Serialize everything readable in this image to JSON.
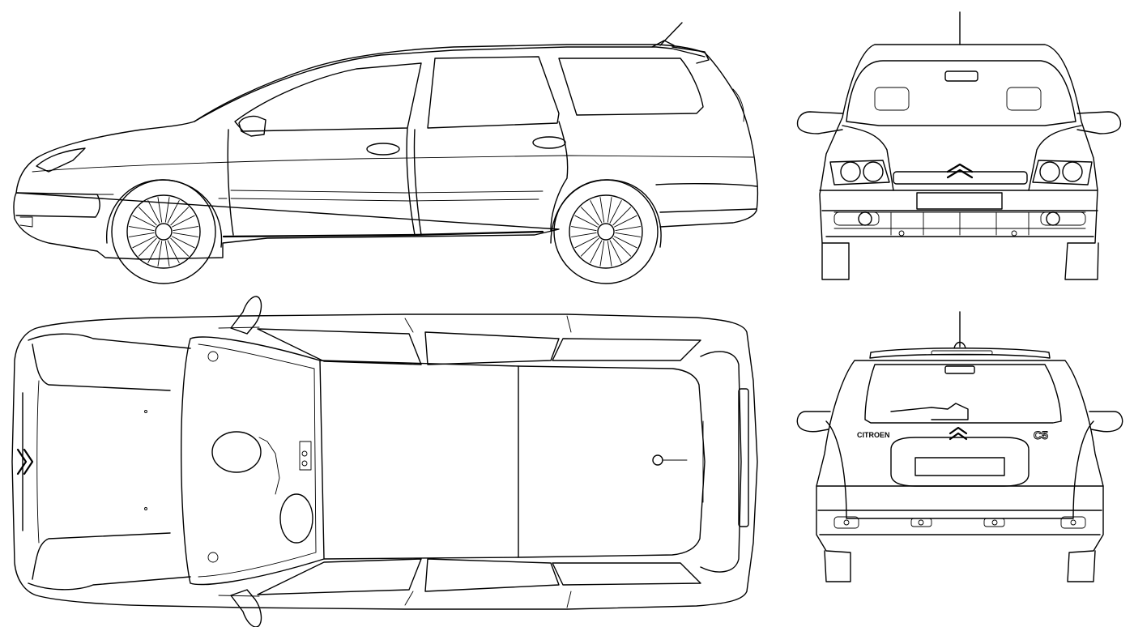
{
  "views": {
    "side": "side-view",
    "front": "front-view",
    "top": "top-view",
    "rear": "rear-view"
  },
  "badges": {
    "brand": "CITROEN",
    "model": "C5"
  }
}
